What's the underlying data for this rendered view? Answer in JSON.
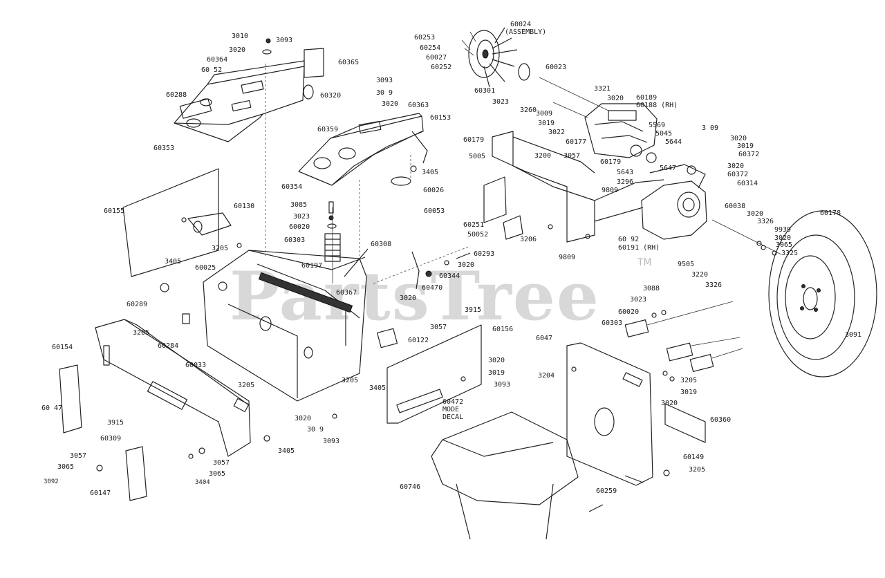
{
  "watermark": {
    "text": "PartsTree",
    "trademark": "TM"
  },
  "labels": {
    "l3010": "3010",
    "l3093a": "3093",
    "l3020a": "3020",
    "l60364": "60364",
    "l6052": "60 52",
    "l60365": "60365",
    "l60288": "60288",
    "l60320": "60320",
    "l60353": "60353",
    "l3093b": "3093",
    "l309a": "30 9",
    "l3020b": "3020",
    "l60363": "60363",
    "l60153": "60153",
    "l60359": "60359",
    "l3405a": "3405",
    "l60354": "60354",
    "l60026": "60026",
    "l60253": "60253",
    "l60254": "60254",
    "l60027": "60027",
    "l60252": "60252",
    "l60024": "60024",
    "l60024b": "(ASSEMBLY)",
    "l60023": "60023",
    "l60301": "60301",
    "l3023a": "3023",
    "l3260": "3260",
    "l3321": "3321",
    "l3020c": "3020",
    "l60189": "60189",
    "l60188": "60188 (RH)",
    "l3009a": "3009",
    "l3019a": "3019",
    "l3022": "3022",
    "l60177": "60177",
    "l5569": "5569",
    "l5045": "5045",
    "l5644": "5644",
    "l5643": "5643",
    "l3296": "3296",
    "l5647": "5647",
    "l3009b": "3 09",
    "l3020d": "3020",
    "l3019b": "3019",
    "l60372a": "60372",
    "l3020e": "3020",
    "l60372b": "60372",
    "l60314": "60314",
    "l60179a": "60179",
    "l5005": "5005",
    "l3200": "3200",
    "l3057a": "3057",
    "l60179b": "60179",
    "l9809a": "9809",
    "l60053": "60053",
    "l60251": "60251",
    "l50052": "50052",
    "l3206": "3206",
    "l9809b": "9809",
    "l60038": "60038",
    "l3020f": "3020",
    "l3326a": "3326",
    "l6092": "60 92",
    "l60191": "60191 (RH)",
    "l9939": "9939",
    "l3020g": "3020",
    "l3065a": "3065",
    "l3325": "3325",
    "l9505": "9505",
    "l3220": "3220",
    "l3326b": "3326",
    "l60178": "60178",
    "l3091": "3091",
    "l60155": "60155",
    "l60130": "60130",
    "l3405b": "3405",
    "l3085": "3085",
    "l3023b": "3023",
    "l60020a": "60020",
    "l3205a": "3205",
    "l60303a": "60303",
    "l60308": "60308",
    "l60293": "60293",
    "l3020h": "3020",
    "l60025": "60025",
    "l60197": "60197",
    "l60344": "60344",
    "l60470": "60470",
    "l3020i": "3020",
    "l60367": "60367",
    "l60289": "60289",
    "l60284": "60284",
    "l60033": "60033",
    "l3205b": "3205",
    "l3205c": "3205",
    "l60154": "60154",
    "l3915a": "3915",
    "l3057b": "3057",
    "l60122": "60122",
    "l3405c": "3405",
    "l3205d": "3205",
    "l3088": "3088",
    "l3023c": "3023",
    "l60020b": "60020",
    "l60303b": "60303",
    "l60156": "60156",
    "l3020j": "3020",
    "l3019c": "3019",
    "l3093c": "3093",
    "l6047a": "6047",
    "l3204": "3204",
    "l3205e": "3205",
    "l3019d": "3019",
    "l3020k": "3020",
    "l60472": "60472",
    "l60472b": "MODE",
    "l60472c": "DECAL",
    "l6047b": "60 47",
    "l3915b": "3915",
    "l60309": "60309",
    "l3020l": "3020",
    "l309b": "30 9",
    "l3093d": "3093",
    "l3405d": "3405",
    "l3057c": "3057",
    "l3065b": "3065",
    "l3057d": "3057",
    "l3065c": "3065",
    "l3092": "3092",
    "l60147": "60147",
    "l3404": "3404",
    "l60360": "60360",
    "l60149": "60149",
    "l3205f": "3205",
    "l60746": "60746",
    "l60259": "60259"
  }
}
